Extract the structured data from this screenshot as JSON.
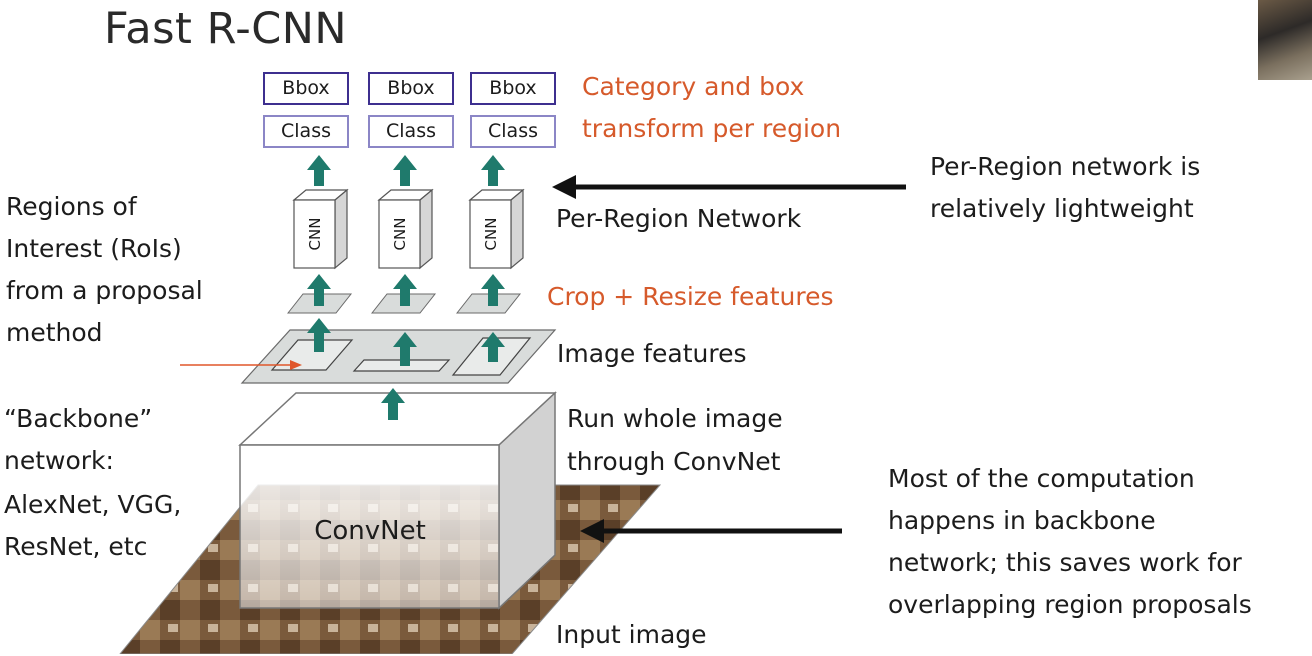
{
  "title": "Fast R-CNN",
  "outputs": {
    "bbox_labels": [
      "Bbox",
      "Bbox",
      "Bbox"
    ],
    "class_labels": [
      "Class",
      "Class",
      "Class"
    ]
  },
  "cnn_label": "CNN",
  "convnet_label": "ConvNet",
  "labels": {
    "category_box_line1": "Category and box",
    "category_box_line2": "transform per region",
    "per_region_network": "Per-Region Network",
    "crop_resize": "Crop + Resize features",
    "image_features": "Image features",
    "run_whole_line1": "Run whole image",
    "run_whole_line2": "through ConvNet",
    "input_image": "Input image"
  },
  "left_notes": {
    "rois": [
      "Regions of",
      "Interest (RoIs)",
      "from a proposal",
      "method"
    ],
    "backbone": [
      "“Backbone”",
      "network:",
      "AlexNet, VGG,",
      "ResNet, etc"
    ]
  },
  "right_notes": {
    "lightweight": [
      "Per-Region network is",
      "relatively lightweight"
    ],
    "computation": [
      "Most of the computation",
      "happens in backbone",
      "network; this saves work for",
      "overlapping region proposals"
    ]
  },
  "colors": {
    "arrow_teal": "#1f7a6c",
    "accent_orange": "#d65a2b",
    "bbox_border": "#3d2f8f",
    "class_border": "#8b86c6"
  }
}
